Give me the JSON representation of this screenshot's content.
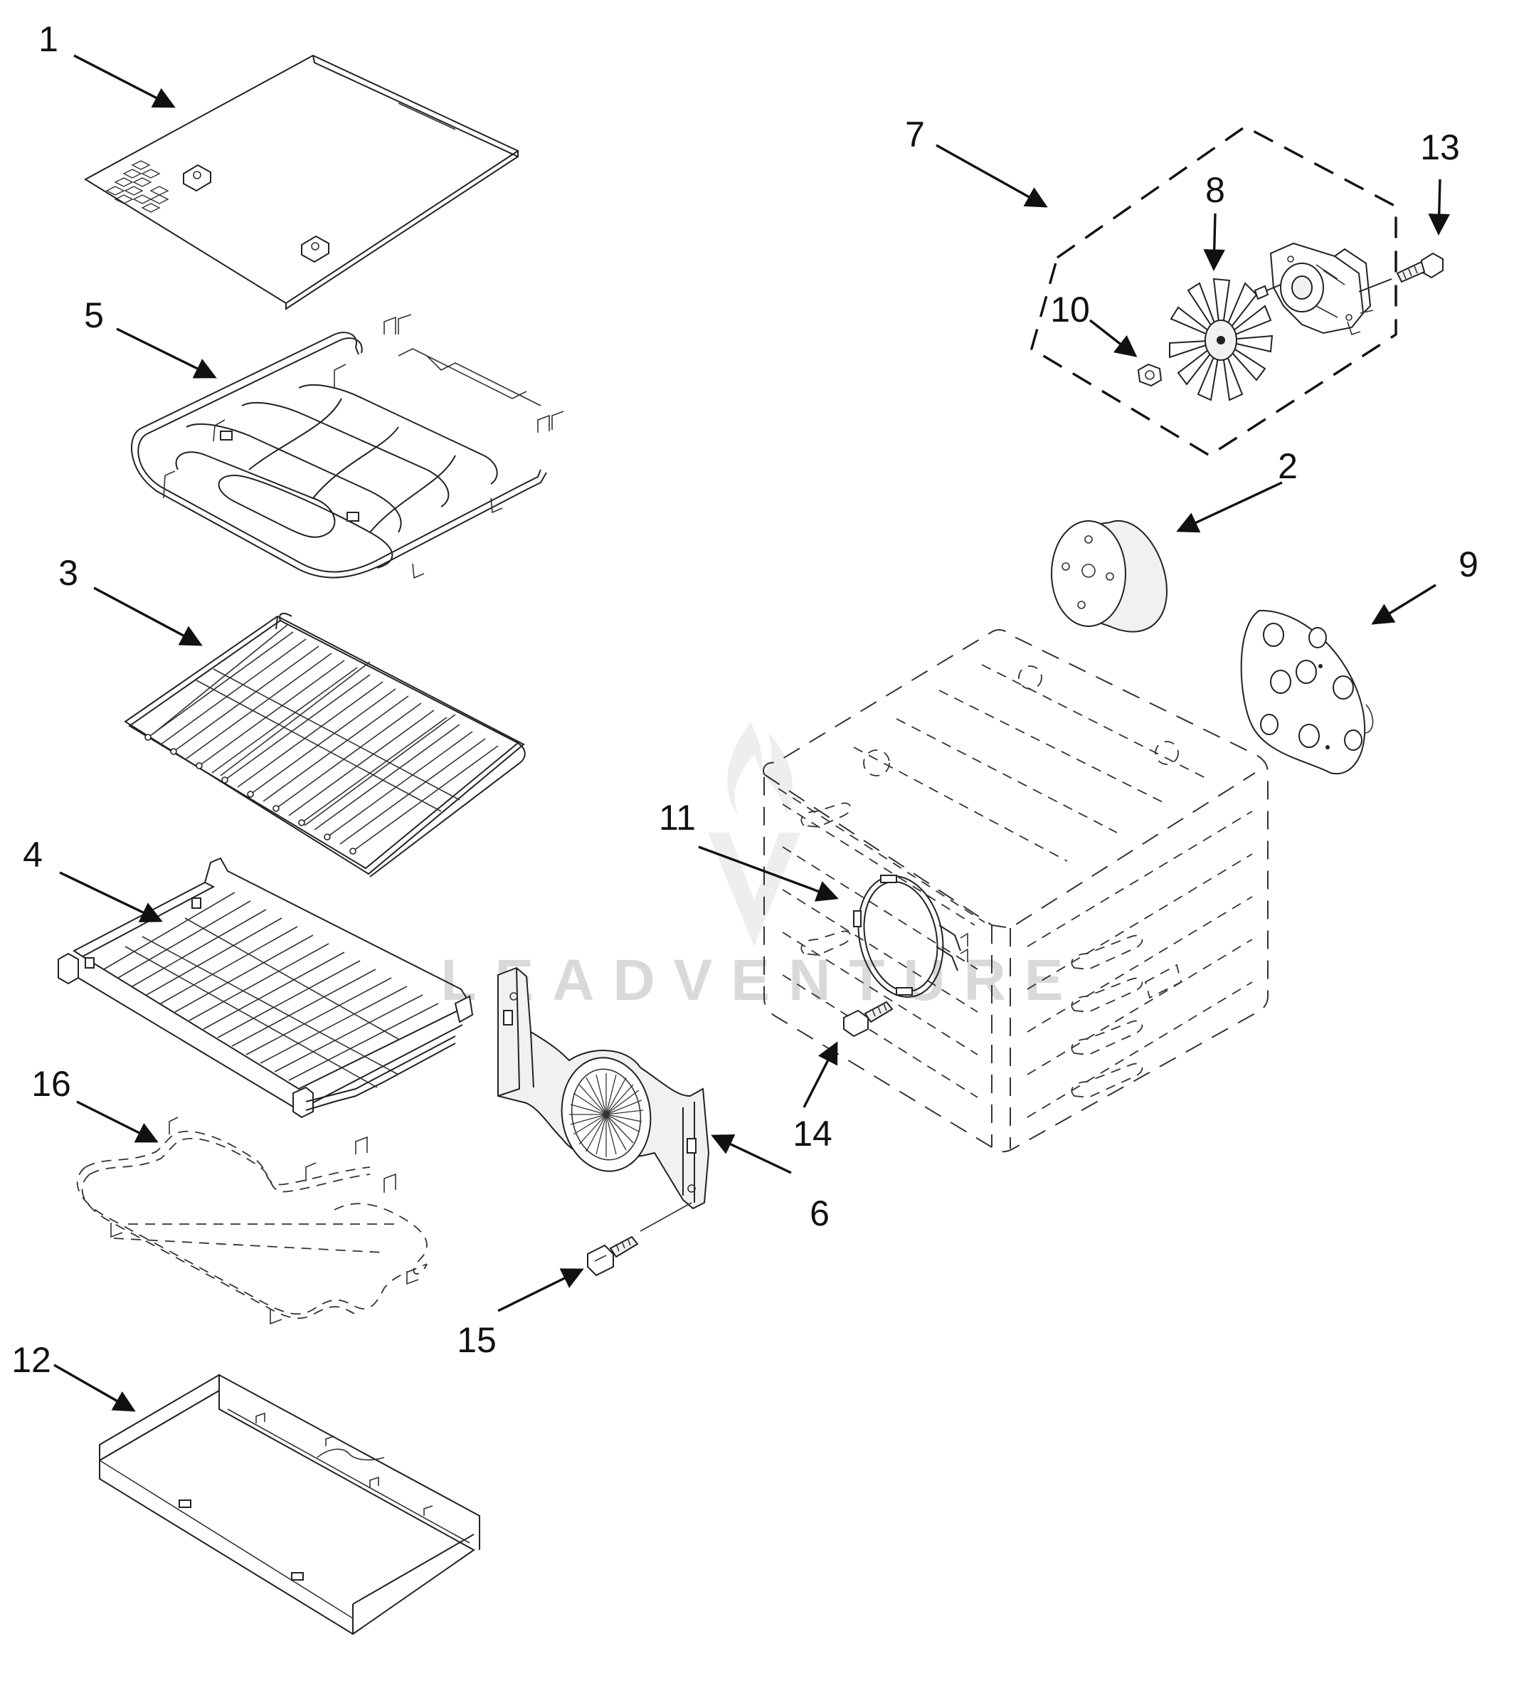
{
  "watermark": "LEADVENTURE",
  "callouts": {
    "c1": "1",
    "c2": "2",
    "c3": "3",
    "c4": "4",
    "c5": "5",
    "c6": "6",
    "c7": "7",
    "c8": "8",
    "c9": "9",
    "c10": "10",
    "c11": "11",
    "c12": "12",
    "c13": "13",
    "c14": "14",
    "c15": "15",
    "c16": "16"
  }
}
